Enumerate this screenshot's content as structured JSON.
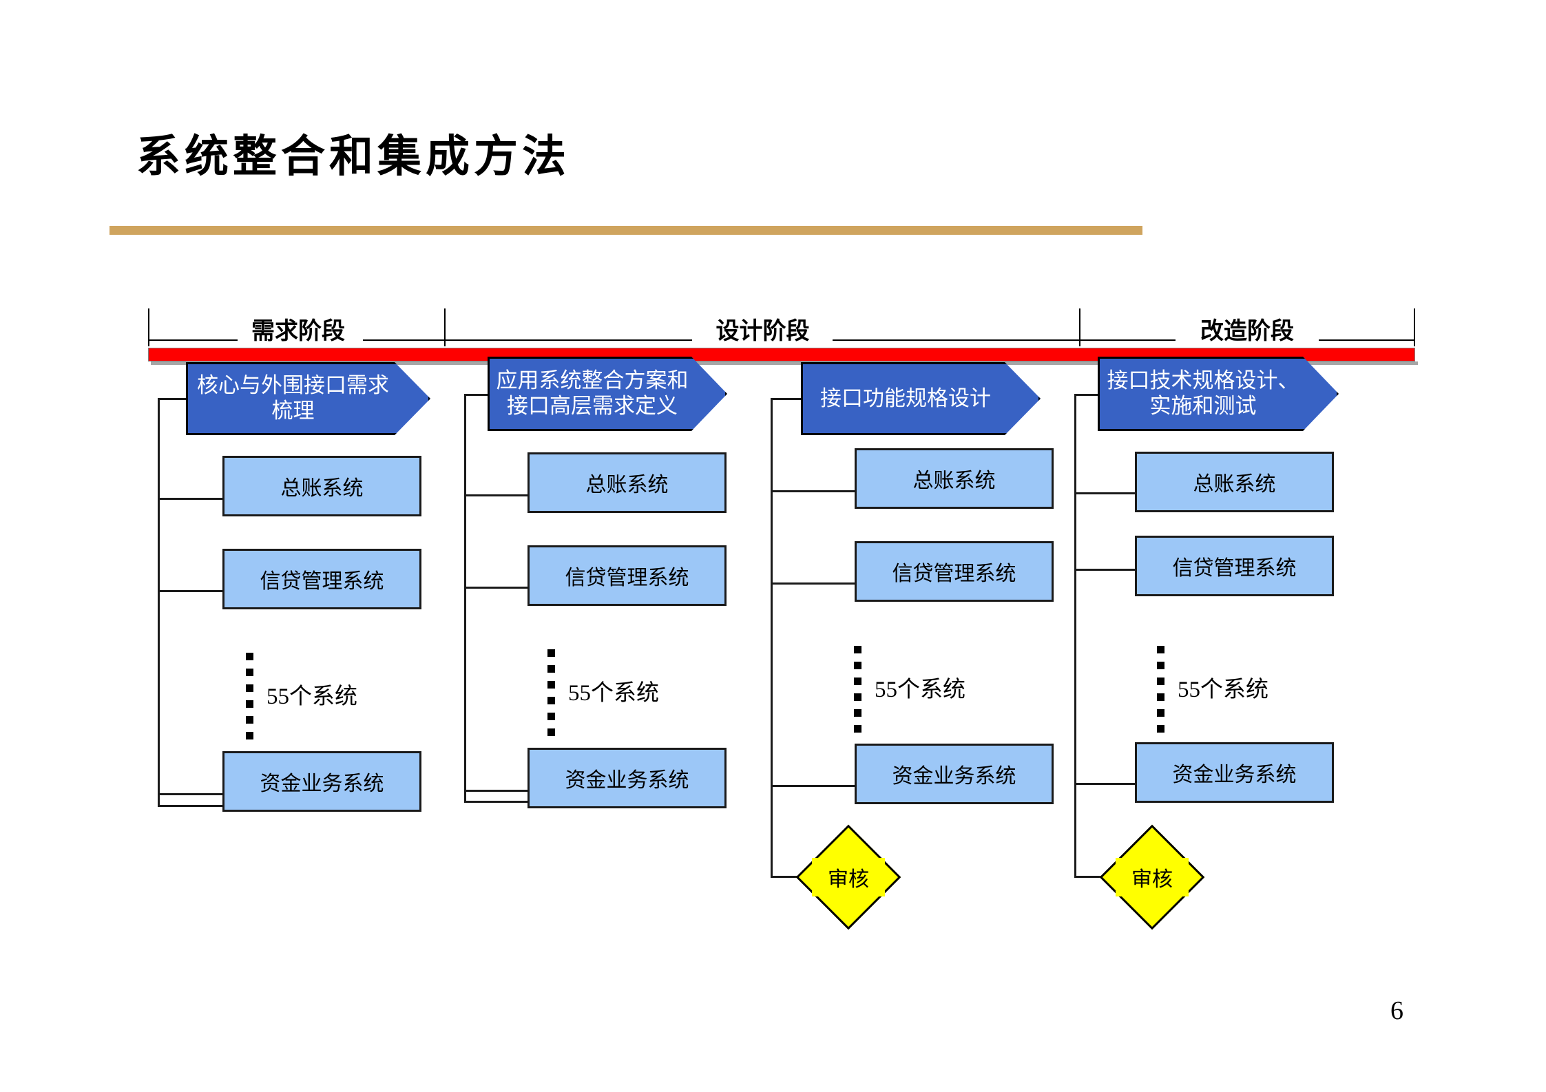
{
  "slide": {
    "title": "系统整合和集成方法",
    "page_number": "6",
    "accent_gold": "#CFA45E",
    "accent_red": "#FE0000",
    "chevron_blue": "#3862C4",
    "box_blue": "#9CC7F7",
    "review_yellow": "#FFFF00"
  },
  "phases": [
    {
      "label": "需求阶段"
    },
    {
      "label": "设计阶段"
    },
    {
      "label": "改造阶段"
    }
  ],
  "columns": [
    {
      "header": "核心与外围接口需求\n梳理",
      "systems": [
        "总账系统",
        "信贷管理系统",
        "资金业务系统"
      ],
      "count_label": "55个系统",
      "review": null
    },
    {
      "header": "应用系统整合方案和\n接口高层需求定义",
      "systems": [
        "总账系统",
        "信贷管理系统",
        "资金业务系统"
      ],
      "count_label": "55个系统",
      "review": null
    },
    {
      "header": "接口功能规格设计",
      "systems": [
        "总账系统",
        "信贷管理系统",
        "资金业务系统"
      ],
      "count_label": "55个系统",
      "review": "审核"
    },
    {
      "header": "接口技术规格设计、\n实施和测试",
      "systems": [
        "总账系统",
        "信贷管理系统",
        "资金业务系统"
      ],
      "count_label": "55个系统",
      "review": "审核"
    }
  ]
}
